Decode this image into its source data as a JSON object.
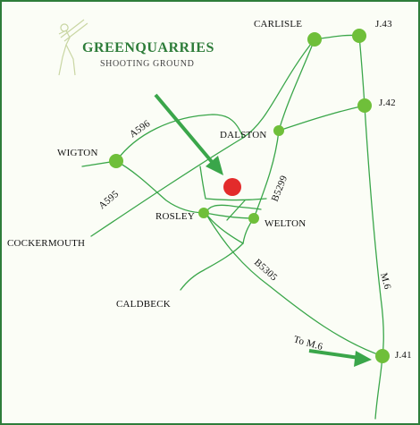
{
  "brand": {
    "name": "GREENQUARRIES",
    "subtitle": "SHOOTING GROUND",
    "logo_icon": "shooter-silhouette-icon"
  },
  "places": {
    "carlisle": "CARLISLE",
    "j43": "J.43",
    "j42": "J.42",
    "dalston": "DALSTON",
    "wigton": "WIGTON",
    "rosley": "ROSLEY",
    "welton": "WELTON",
    "cockermouth": "COCKERMOUTH",
    "caldbeck": "CALDBECK",
    "j41": "J.41"
  },
  "roads": {
    "a596": "A596",
    "a595": "A595",
    "b5299": "B5299",
    "b5305": "B5305",
    "m6": "M.6",
    "to_m6": "To M.6"
  },
  "colors": {
    "road": "#3aa64a",
    "node": "#6fbf3a",
    "arrow": "#3aa64a",
    "destination": "#e32b2b",
    "border": "#2e7d3a",
    "brand": "#2e7d3a"
  }
}
